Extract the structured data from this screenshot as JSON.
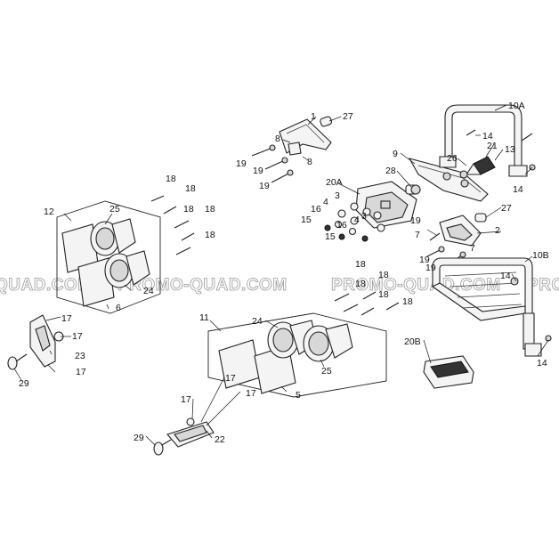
{
  "watermark": [
    "QUAD.COM",
    "PROMO-QUAD.COM",
    "PROMO-QUAD.COM",
    "PROMO"
  ],
  "callouts": {
    "c1": "1",
    "c27a": "27",
    "c8a": "8",
    "c8b": "8",
    "c19a": "19",
    "c19b": "19",
    "c19c": "19",
    "c10A": "10A",
    "c14a": "14",
    "c21": "21",
    "c13": "13",
    "c26": "26",
    "c9": "9",
    "c28": "28",
    "c14b": "14",
    "c20A": "20A",
    "c3a": "3",
    "c3b": "3",
    "c4a": "4",
    "c4b": "4",
    "c16a": "16",
    "c16b": "16",
    "c15a": "15",
    "c15b": "15",
    "c27b": "27",
    "c2": "2",
    "c7a": "7",
    "c7b": "7",
    "c19d": "19",
    "c19e": "19",
    "c19f": "19",
    "c10B": "10B",
    "c14c": "14",
    "c14d": "14",
    "c20B": "20B",
    "c12": "12",
    "c25a": "25",
    "c18a": "18",
    "c18b": "18",
    "c18c": "18",
    "c18d": "18",
    "c18e": "18",
    "c24a": "24",
    "c6": "6",
    "c17a": "17",
    "c17b": "17",
    "c17c": "17",
    "c23": "23",
    "c29a": "29",
    "c11": "11",
    "c18f": "18",
    "c18g": "18",
    "c18h": "18",
    "c18i": "18",
    "c18j": "18",
    "c24b": "24",
    "c25b": "25",
    "c5": "5",
    "c17d": "17",
    "c17e": "17",
    "c17f": "17",
    "c29b": "29",
    "c22": "22"
  }
}
